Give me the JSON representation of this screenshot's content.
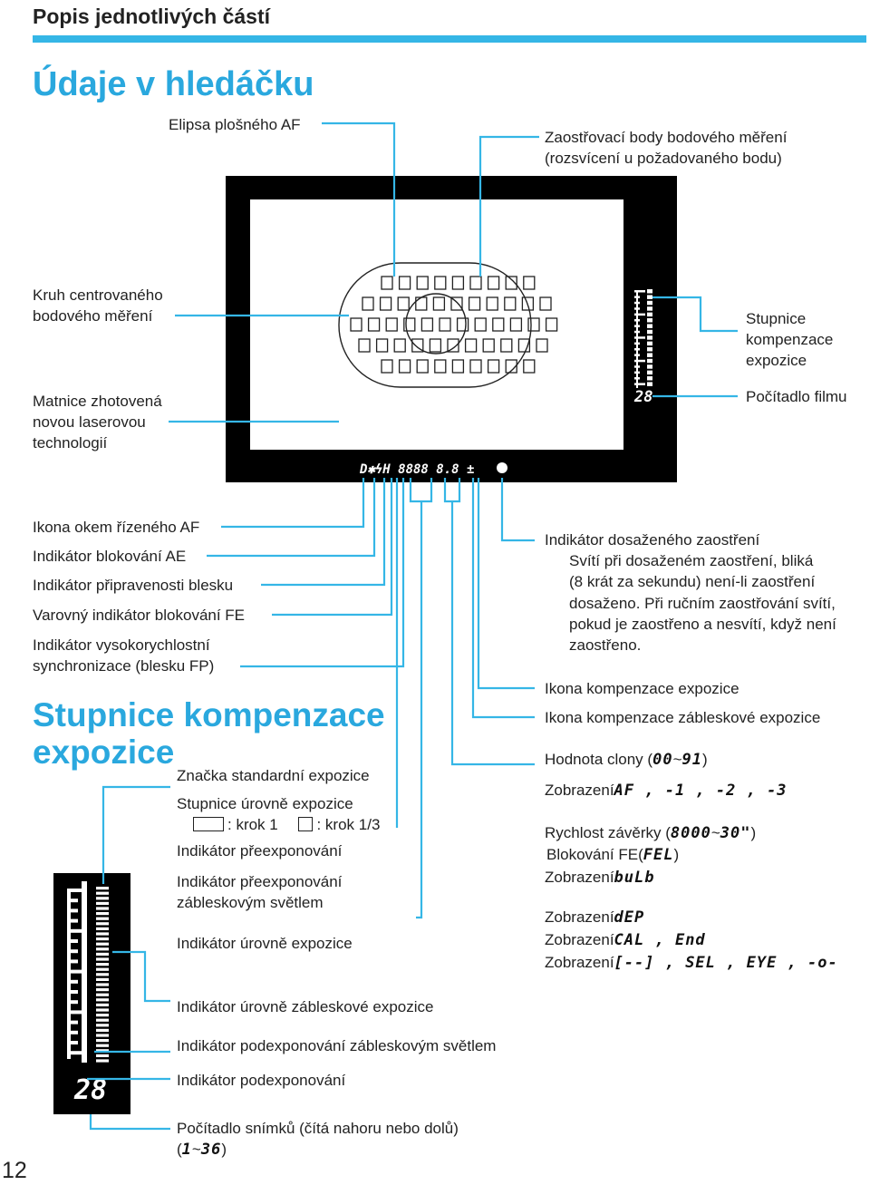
{
  "header": {
    "title": "Popis jednotlivých částí",
    "main_title": "Údaje v hledáčku",
    "accent": "#35b6e6"
  },
  "viewfinder": {
    "ellipse_label": "Elipsa plošného AF",
    "points_label_1": "Zaostřovací body bodového měření",
    "points_label_2": "(rozsvícení u požadovaného bodu)",
    "spot_label_1": "Kruh centrovaného",
    "spot_label_2": "bodového měření",
    "matte_label_1": "Matnice zhotovená",
    "matte_label_2": "novou laserovou",
    "matte_label_3": "technologií",
    "scale_label_1": "Stupnice",
    "scale_label_2": "kompenzace",
    "scale_label_3": "expozice",
    "counter_label": "Počítadlo filmu",
    "counter_value": "28",
    "lcd_text": "D✱ϟH 8888 8.8 ±"
  },
  "left_list": [
    "Ikona okem řízeného AF",
    "Indikátor blokování AE",
    "Indikátor připravenosti blesku",
    "Varovný indikátor blokování FE",
    "Indikátor vysokorychlostní",
    "synchronizace (blesku FP)"
  ],
  "right_list": {
    "focus_1": "Indikátor dosaženého zaostření",
    "focus_2": "Svítí při dosaženém zaostření, bliká",
    "focus_3": "(8 krát za sekundu) není-li zaostření",
    "focus_4": "dosaženo. Při ručním zaostřování svítí,",
    "focus_5": "pokud je zaostřeno a nesvítí, když není",
    "focus_6": "zaostřeno.",
    "exp_comp": "Ikona kompenzace expozice",
    "flash_comp": "Ikona kompenzace zábleskové expozice",
    "aperture_pre": "Hodnota clony (",
    "aperture_a": "00",
    "aperture_tilde": "~",
    "aperture_b": "91",
    "aperture_post": ")",
    "display_af_pre": "Zobrazení",
    "display_af_val": "AF , -1 , -2 , -3",
    "shutter_pre": "Rychlost závěrky (",
    "shutter_a": "8000",
    "shutter_tilde": "~",
    "shutter_b": "30\"",
    "shutter_post": ")",
    "fel_pre": "Blokování FE(",
    "fel_val": "FEL",
    "fel_post": ")",
    "bulb_pre": "Zobrazení",
    "bulb_val": "buLb",
    "dep_pre": "Zobrazení",
    "dep_val": "dEP",
    "cal_pre": "Zobrazení",
    "cal_val": "CAL , End",
    "sel_pre": "Zobrazení",
    "sel_val": "[--] , SEL , EYE , -o-"
  },
  "scale_section": {
    "title_1": "Stupnice kompenzace",
    "title_2": "expozice",
    "standard_mark": "Značka standardní expozice",
    "level_scale": "Stupnice úrovně expozice",
    "step_1": ": krok 1",
    "step_13": ": krok 1/3",
    "overexp": "Indikátor přeexponování",
    "flash_over_1": "Indikátor přeexponování",
    "flash_over_2": "zábleskovým světlem",
    "level_ind": "Indikátor úrovně expozice",
    "flash_level": "Indikátor úrovně zábleskové expozice",
    "flash_under": "Indikátor podexponování zábleskovým světlem",
    "under": "Indikátor podexponování",
    "counter_1": "Počítadlo snímků (čítá nahoru nebo dolů)",
    "counter_2_pre": "(",
    "counter_2_a": "1",
    "counter_2_tilde": "~",
    "counter_2_b": "36",
    "counter_2_post": ")",
    "counter_value": "28"
  },
  "page_number": "12"
}
